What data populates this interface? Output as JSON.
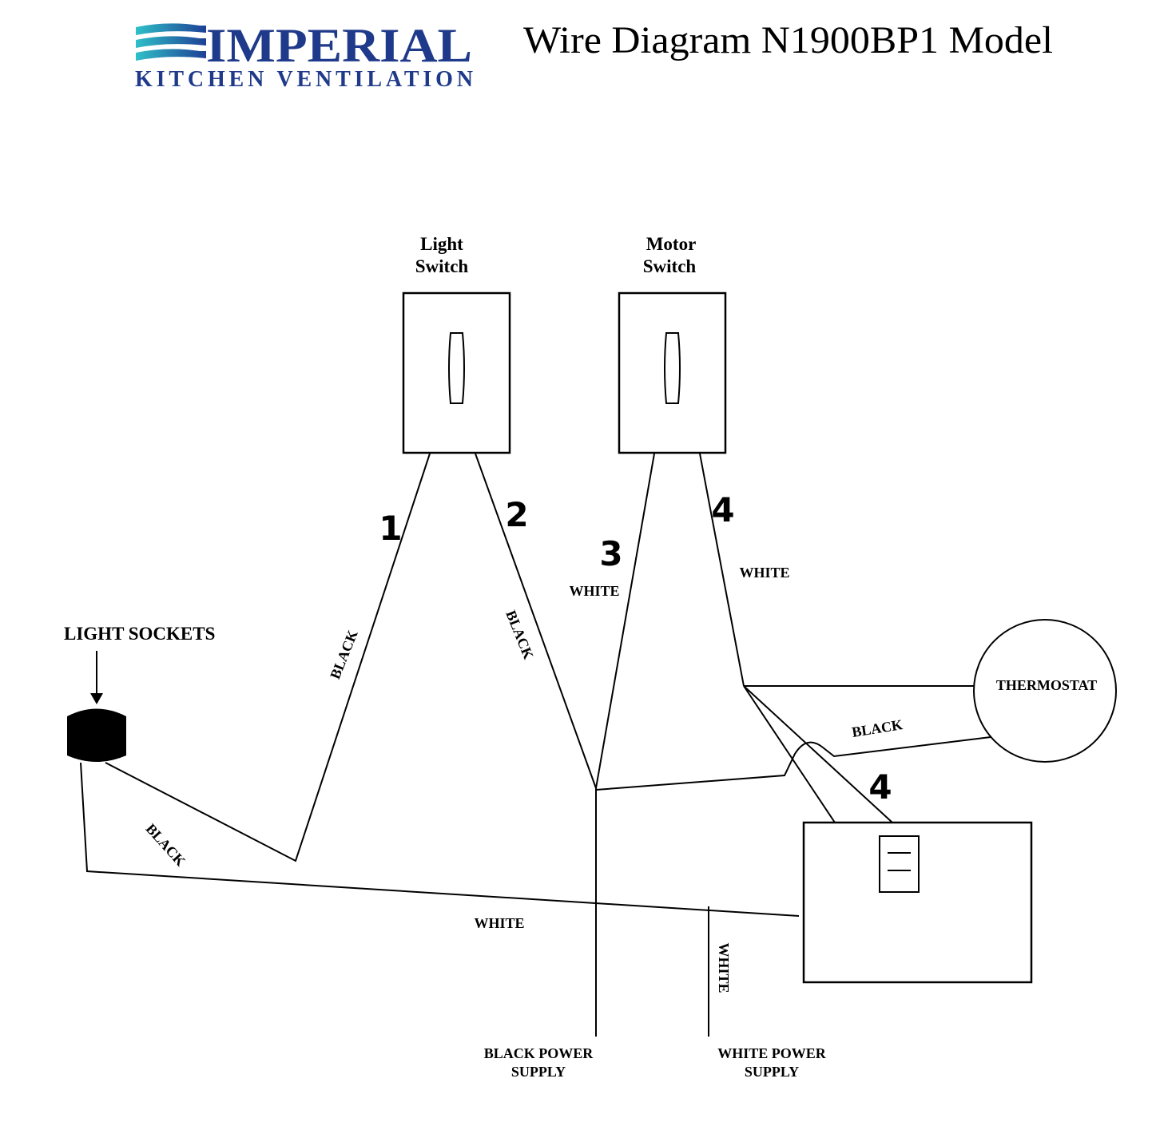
{
  "header": {
    "logo": {
      "brand": "IMPERIAL",
      "tagline": "KITCHEN VENTILATION",
      "icon": "waves-icon",
      "colors": {
        "brand_navy": "#1f3a8a",
        "wave_teal": "#29b3c4",
        "wave_blue": "#1e4fa0"
      }
    },
    "title": "Wire Diagram N1900BP1 Model"
  },
  "components": {
    "light_switch": {
      "label_line1": "Light",
      "label_line2": "Switch",
      "icon": "toggle-switch-icon"
    },
    "motor_switch": {
      "label_line1": "Motor",
      "label_line2": "Switch",
      "icon": "toggle-switch-icon"
    },
    "light_sockets": {
      "label": "LIGHT SOCKETS",
      "icon": "light-socket-icon"
    },
    "thermostat": {
      "label": "THERMOSTAT"
    },
    "motor_box": {
      "icon": "motor-switch-plate-icon"
    },
    "black_power_supply": {
      "label_line1": "BLACK POWER",
      "label_line2": "SUPPLY"
    },
    "white_power_supply": {
      "label_line1": "WHITE POWER",
      "label_line2": "SUPPLY"
    }
  },
  "wires": {
    "numbers": [
      "1",
      "2",
      "3",
      "4",
      "4"
    ],
    "labels": {
      "wire1_color": "BLACK",
      "wire2_color": "BLACK",
      "wire3_color": "WHITE",
      "wire4_color": "WHITE",
      "thermostat_wire_color": "BLACK",
      "socket_wire_color": "BLACK",
      "bottom_wire_color": "WHITE",
      "white_supply_color": "WHITE"
    }
  }
}
